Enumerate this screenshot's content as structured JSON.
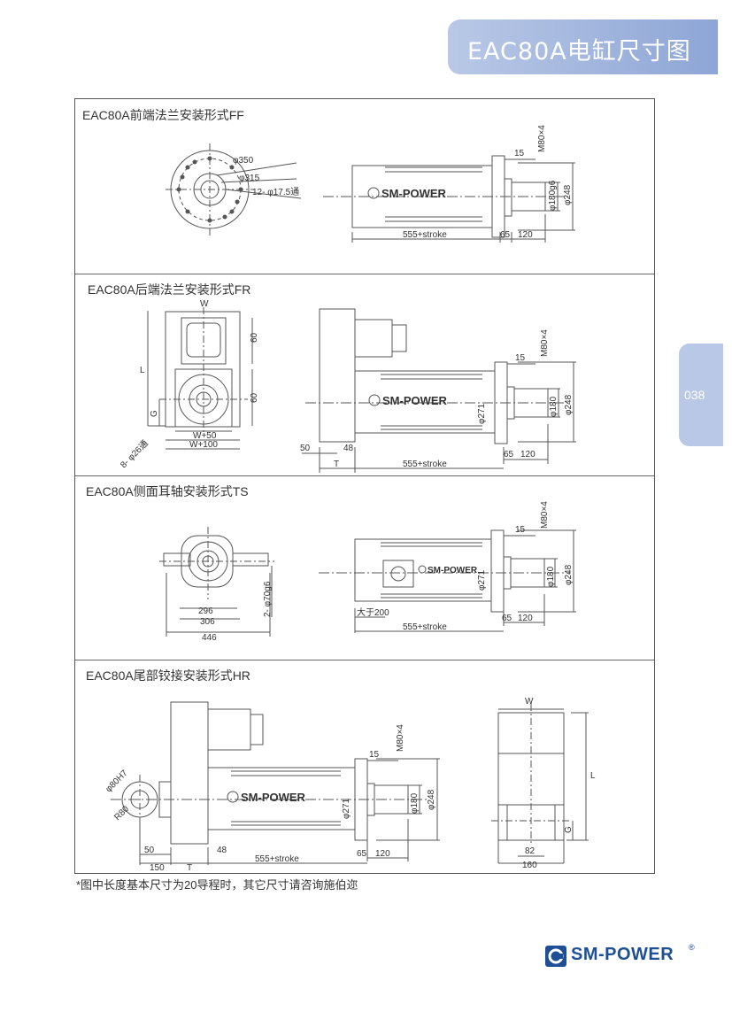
{
  "header": {
    "title": "EAC80A电缸尺寸图",
    "page_number": "038"
  },
  "sections": {
    "ff": {
      "title": "EAC80A前端法兰安装形式FF",
      "dims": {
        "d350": "φ350",
        "d315": "φ315",
        "holes": "12- φ17.5通",
        "m80": "M80×4",
        "d15": "15",
        "d180": "φ180g6",
        "d248": "φ248",
        "len": "555+stroke",
        "d65": "65",
        "d120": "120"
      },
      "brand": "SM-POWER"
    },
    "fr": {
      "title": "EAC80A后端法兰安装形式FR",
      "dims": {
        "w": "W",
        "d60a": "60",
        "d60b": "60",
        "l": "L",
        "g": "G",
        "w50": "W+50",
        "w100": "W+100",
        "holes": "8- φ26通",
        "d50": "50",
        "d48": "48",
        "t": "T",
        "len": "555+stroke",
        "d65": "65",
        "d120": "120",
        "d15": "15",
        "m80": "M80×4",
        "d271": "φ271",
        "d180": "φ180",
        "d248": "φ248"
      },
      "brand": "SM-POWER"
    },
    "ts": {
      "title": "EAC80A侧面耳轴安装形式TS",
      "dims": {
        "d296": "296",
        "d306": "306",
        "d446": "446",
        "d70": "2- φ70g6",
        "gt200": "大于200",
        "len": "555+stroke",
        "d65": "65",
        "d120": "120",
        "d15": "15",
        "m80": "M80×4",
        "d271": "φ271",
        "d180": "φ180",
        "d248": "φ248"
      },
      "brand": "SM-POWER"
    },
    "hr": {
      "title": "EAC80A尾部铰接安装形式HR",
      "dims": {
        "d80h7": "φ80H7",
        "r80": "R80",
        "d50": "50",
        "d48": "48",
        "d150": "150",
        "t": "T",
        "len": "555+stroke",
        "d65": "65",
        "d120": "120",
        "d15": "15",
        "m80": "M80×4",
        "d271": "φ271",
        "d180": "φ180",
        "d248": "φ248",
        "w": "W",
        "l": "L",
        "g": "G",
        "d82": "82",
        "d160": "160"
      },
      "brand": "SM-POWER"
    }
  },
  "footnote": "*图中长度基本尺寸为20导程时，其它尺寸请咨询施伯迩",
  "footer_logo": {
    "text": "SM-POWER",
    "reg": "®"
  },
  "colors": {
    "accent": "#8ea6d6",
    "brand": "#1e4f96"
  }
}
